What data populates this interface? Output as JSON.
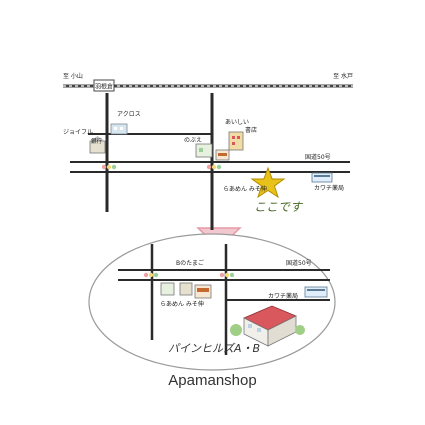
{
  "map": {
    "top": {
      "rail_left": "至 小山",
      "station": "羽根倉",
      "rail_right": "至 水戸",
      "labels": {
        "tl_shop": "アクロス",
        "left_shop": "ジョイフル",
        "bank": "銀行",
        "top_right": "あいしい",
        "top_right2": "書店",
        "mid_shop": "のぶえ",
        "road_num": "国道50号",
        "pharmacy": "カワチ薬局",
        "left_mid": "らあめん みそ伸",
        "here": "ここです"
      }
    },
    "zoom": {
      "labels": {
        "shop1": "Bのたまご",
        "road_num": "国道50号",
        "ramen": "らあめん みそ伸",
        "pharmacy": "カワチ薬局",
        "building": "パインヒルズA・B"
      }
    }
  },
  "footer": {
    "brand": "Apamanshop"
  },
  "colors": {
    "road": "#2a2a2a",
    "rail": "#444",
    "star": "#e8c21a",
    "arrow": "#f2c7cd",
    "arrow_edge": "#e59aa6",
    "building_roof": "#d8585e",
    "ellipse": "#9a9a9a"
  }
}
